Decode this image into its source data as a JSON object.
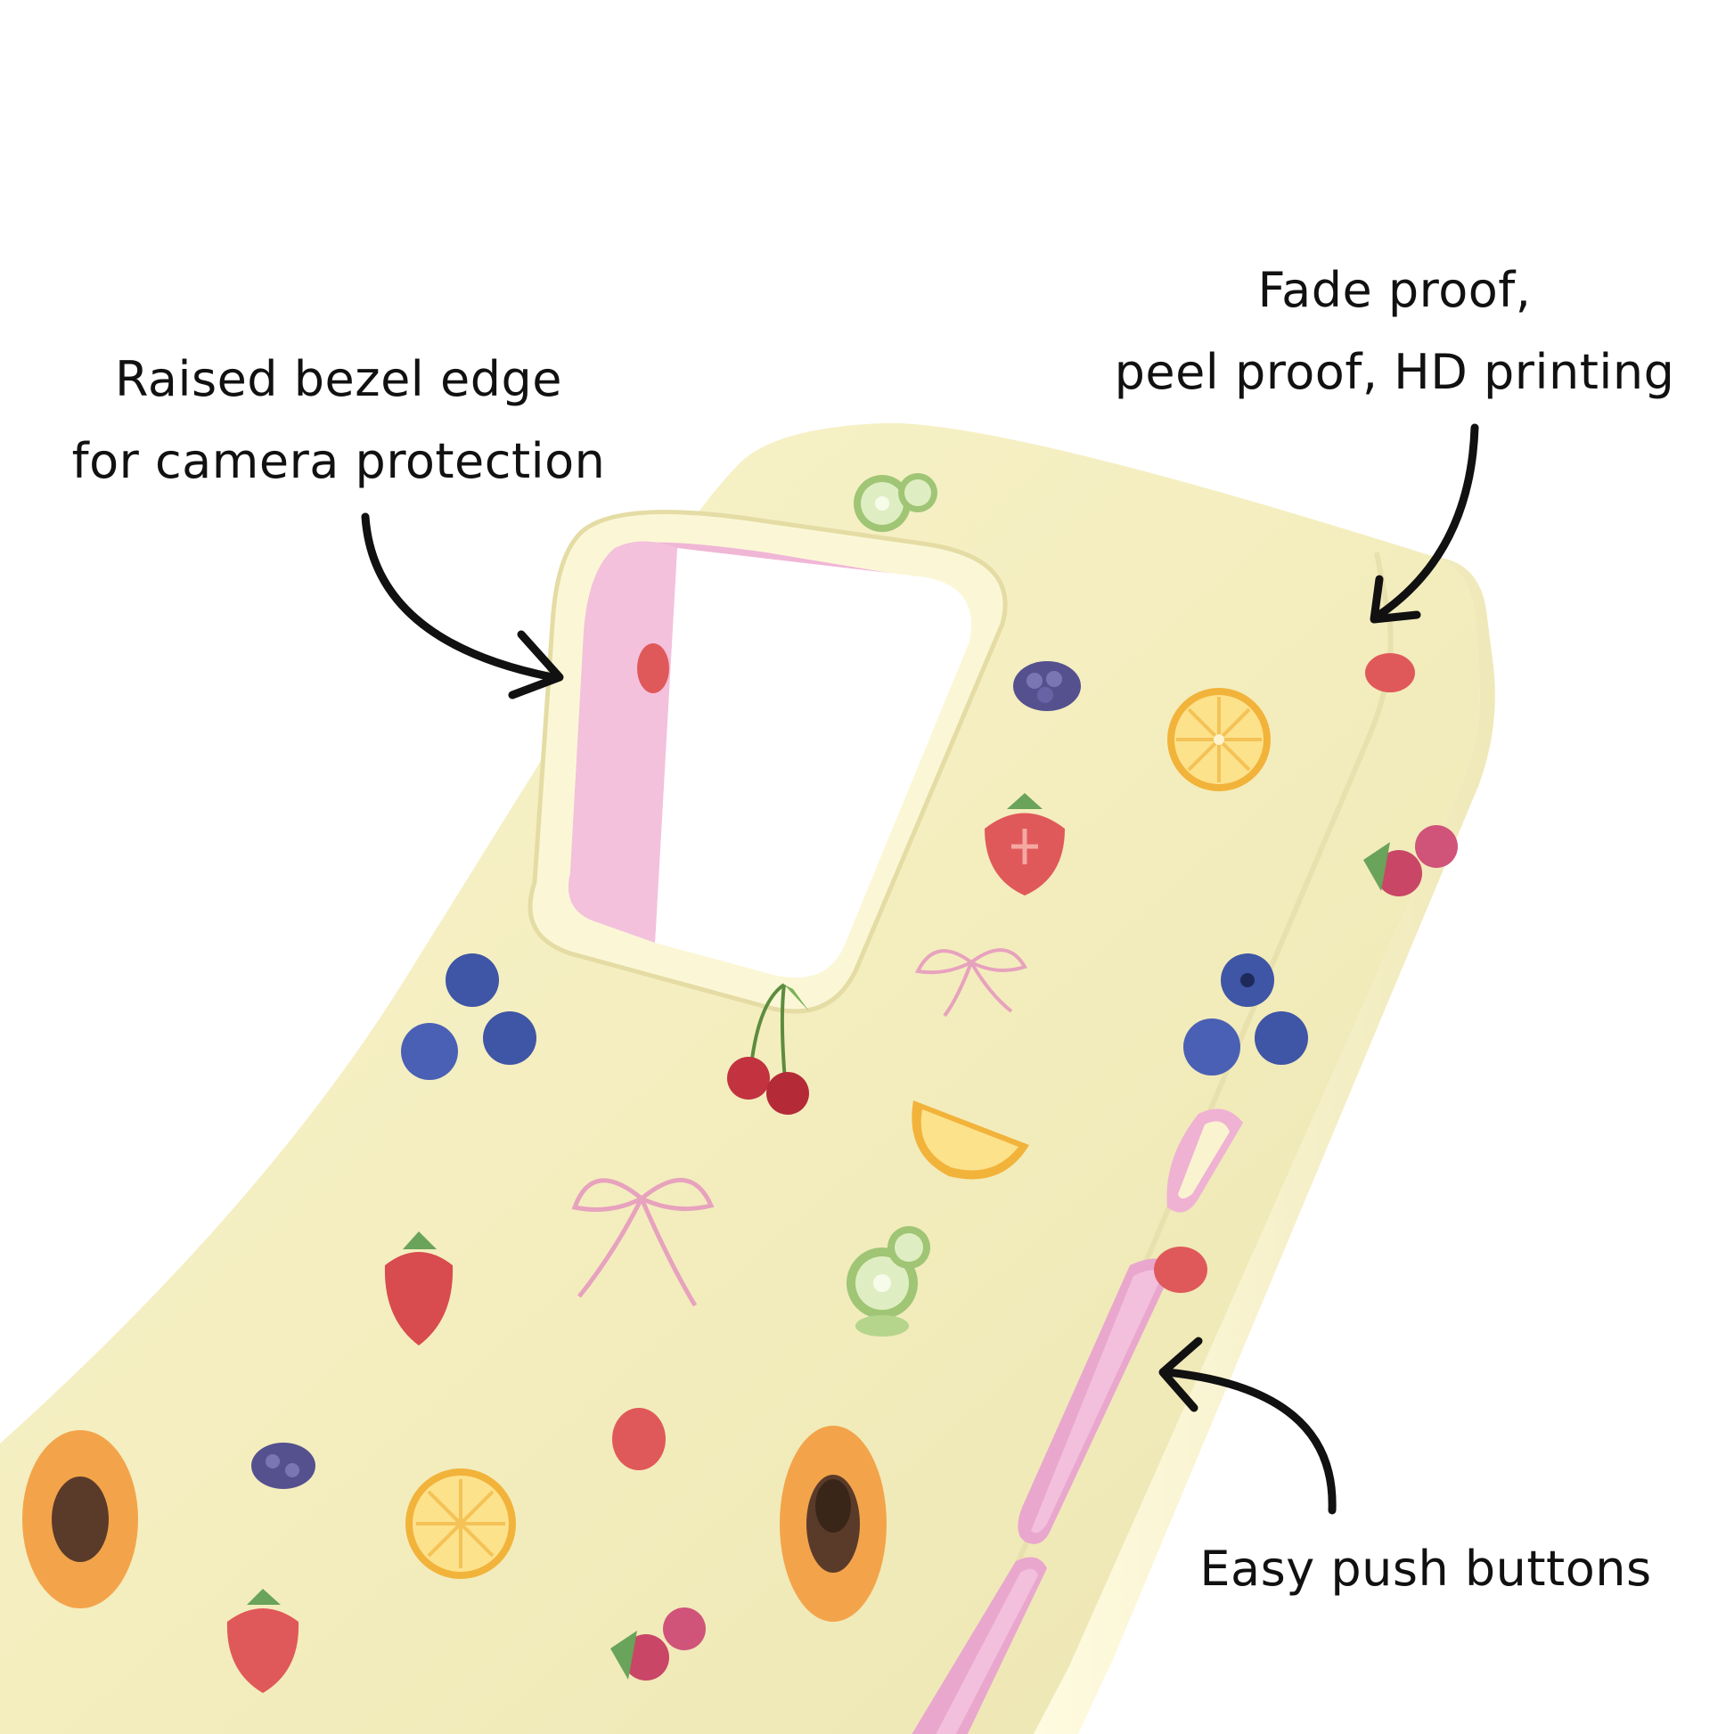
{
  "callouts": {
    "bezel": {
      "line1": "Raised bezel edge",
      "line2": "for camera protection"
    },
    "print": {
      "line1": "Fade proof,",
      "line2": "peel proof, HD printing"
    },
    "buttons": {
      "line1": "Easy push buttons"
    }
  },
  "colors": {
    "case_base": "#f6f0c4",
    "case_shade": "#e6dfae",
    "camera_ring": "#f9f4cf",
    "camera_inner": "#f0b6d6",
    "button_pink": "#e9a7cd",
    "arrow": "#111111",
    "text": "#111111"
  },
  "icons": [
    "arrow-curved-icon",
    "kiwi-icon",
    "blackberry-icon",
    "orange-slice-icon",
    "strawberry-icon",
    "raspberry-icon",
    "blueberry-icon",
    "cherry-icon",
    "bow-icon",
    "papaya-icon"
  ]
}
